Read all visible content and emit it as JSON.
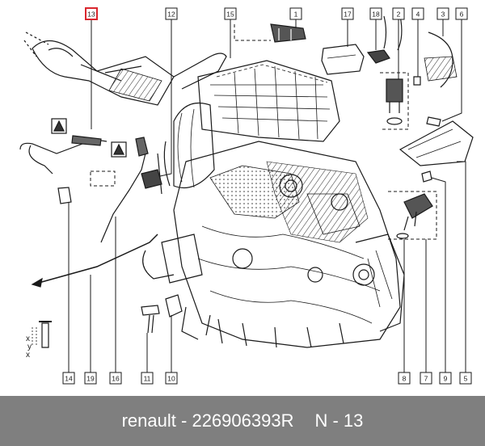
{
  "callouts": [
    {
      "number": "13",
      "highlighted": true
    },
    {
      "number": "12"
    },
    {
      "number": "15"
    },
    {
      "number": "1"
    },
    {
      "number": "17"
    },
    {
      "number": "18"
    },
    {
      "number": "2"
    },
    {
      "number": "4"
    },
    {
      "number": "3"
    },
    {
      "number": "6"
    },
    {
      "number": "14"
    },
    {
      "number": "19"
    },
    {
      "number": "16"
    },
    {
      "number": "11"
    },
    {
      "number": "10"
    },
    {
      "number": "8"
    },
    {
      "number": "7"
    },
    {
      "number": "9"
    },
    {
      "number": "5"
    }
  ],
  "diagram_letters": [
    "x",
    "y",
    "x"
  ],
  "footer": {
    "brand": "renault",
    "part_number": "226906393R",
    "reference": "N - 13"
  },
  "colors": {
    "footer_background": "#7f7f7f",
    "footer_text": "#ffffff",
    "highlight": "#d9272e",
    "line": "#1a1a1a"
  },
  "icons": [
    "warning-hand-icon"
  ]
}
